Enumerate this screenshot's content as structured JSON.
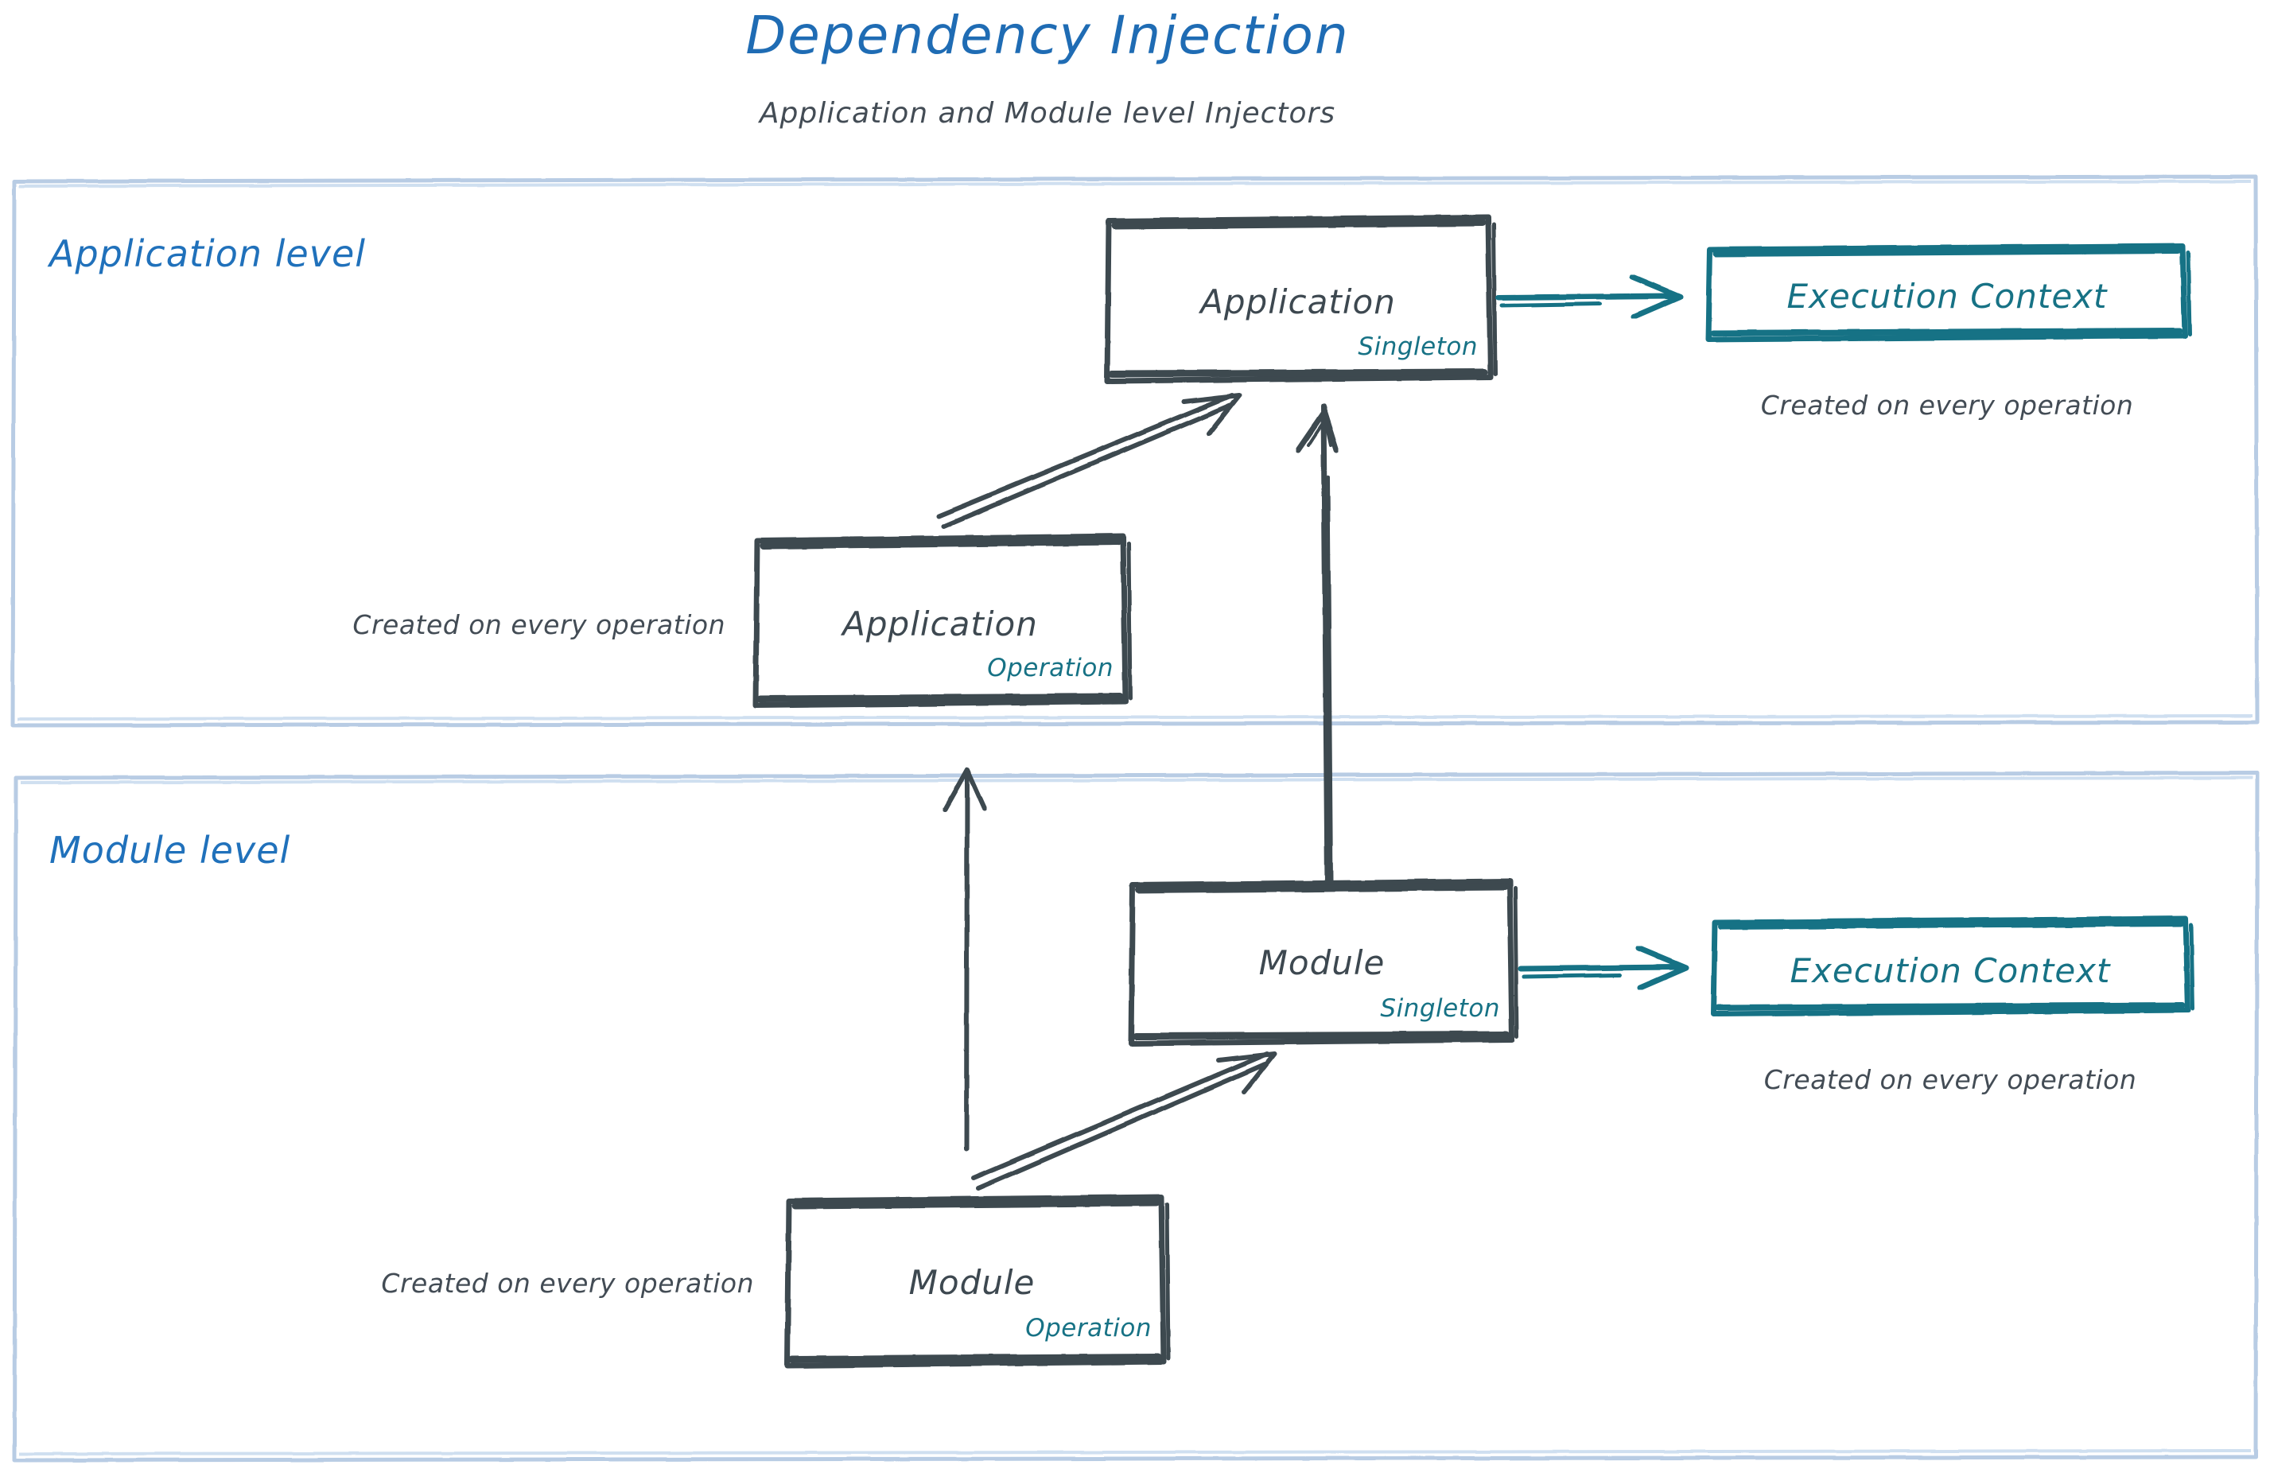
{
  "header": {
    "title": "Dependency Injection",
    "subtitle": "Application and Module level Injectors",
    "title_color": "#1f6cb4",
    "subtitle_color": "#434C55"
  },
  "theme": {
    "panel_border": "#b8cce4",
    "sketch_stroke": "#3d4850",
    "accent_teal": "#177285",
    "accent_blue": "#2071bb",
    "background": "#ffffff"
  },
  "panels": [
    {
      "id": "application-level",
      "label": "Application level",
      "nodes": [
        {
          "id": "application-singleton",
          "title": "Application",
          "scope": "Singleton",
          "style": "dark-box"
        },
        {
          "id": "application-operation",
          "title": "Application",
          "scope": "Operation",
          "style": "dark-box",
          "caption_left": "Created on every operation"
        },
        {
          "id": "application-execution-context",
          "title": "Execution Context",
          "style": "teal-box",
          "caption_below": "Created on every operation"
        }
      ],
      "edges": [
        {
          "from": "application-singleton",
          "to": "application-execution-context",
          "style": "teal-arrow"
        },
        {
          "from": "application-operation",
          "to": "application-singleton",
          "style": "double-line-arrow"
        }
      ]
    },
    {
      "id": "module-level",
      "label": "Module level",
      "nodes": [
        {
          "id": "module-singleton",
          "title": "Module",
          "scope": "Singleton",
          "style": "dark-box"
        },
        {
          "id": "module-operation",
          "title": "Module",
          "scope": "Operation",
          "style": "dark-box",
          "caption_left": "Created on every operation"
        },
        {
          "id": "module-execution-context",
          "title": "Execution Context",
          "style": "teal-box",
          "caption_below": "Created on every operation"
        }
      ],
      "edges": [
        {
          "from": "module-singleton",
          "to": "module-execution-context",
          "style": "teal-arrow"
        },
        {
          "from": "module-operation",
          "to": "module-singleton",
          "style": "double-line-arrow"
        },
        {
          "from": "module-singleton",
          "to": "application-singleton",
          "style": "long-vertical-arrow"
        },
        {
          "from": "module-operation",
          "to": "application-level",
          "style": "thin-vertical-arrow"
        }
      ]
    }
  ]
}
